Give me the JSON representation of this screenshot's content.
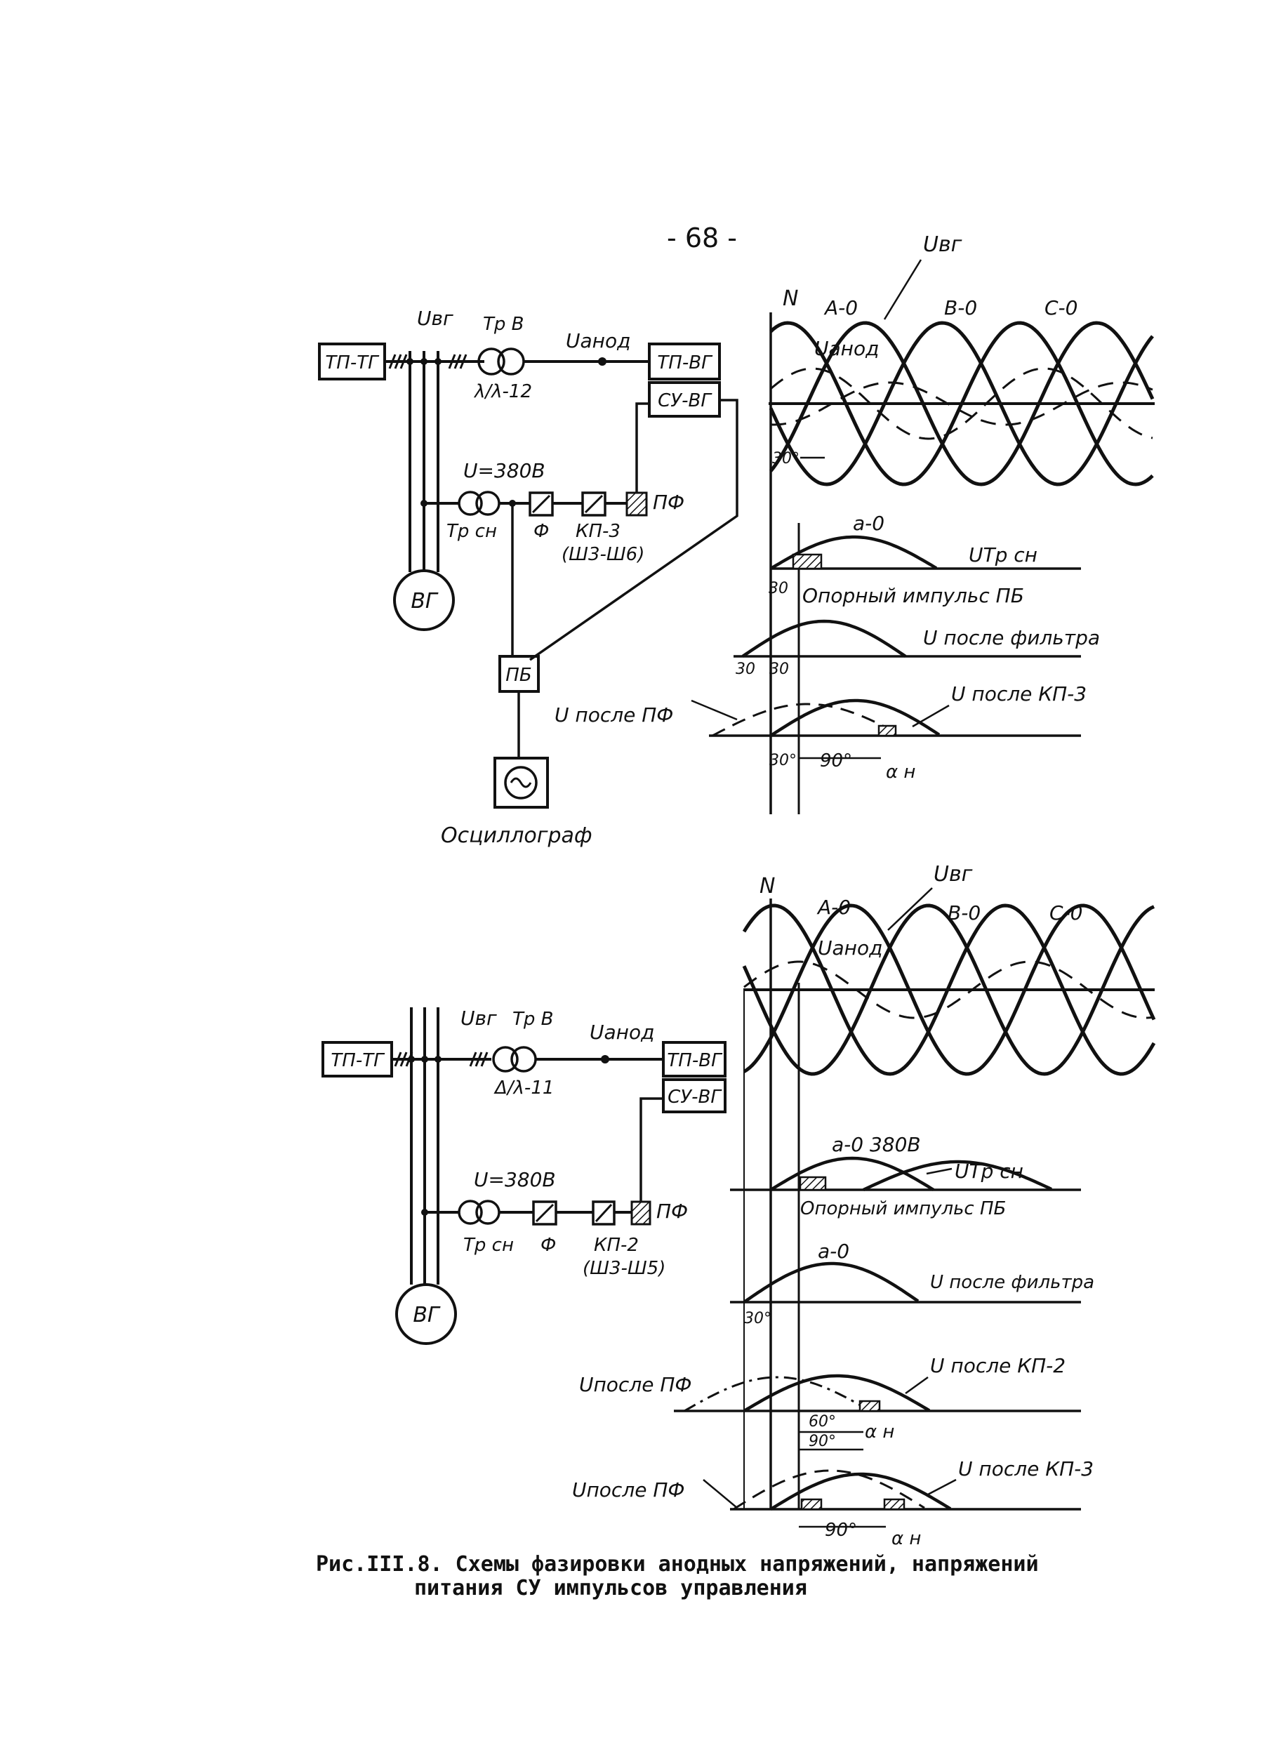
{
  "page_number": "- 68 -",
  "caption": {
    "line1": "Рис.III.8. Схемы фазировки анодных напряжений, напряжений",
    "line2": "питания СУ импульсов управления"
  },
  "top": {
    "blocks": {
      "tp_tg": "ТП-ТГ",
      "tp_vg": "ТП-ВГ",
      "su_vg": "СУ-ВГ",
      "pb": "ПБ",
      "vg": "ВГ"
    },
    "labels": {
      "u_vg": "Uвг",
      "tr_v": "Тр В",
      "tr_v_group": "λ/λ-12",
      "u_anod": "Uанод",
      "u_380": "U=380В",
      "tr_sn": "Тр сн",
      "f": "Ф",
      "kp3": "КП-3",
      "kp3_sub": "(Ш3-Ш6)",
      "pf": "ПФ",
      "oscillograph": "Осциллограф"
    },
    "waveforms": {
      "N": "N",
      "phase_a": "А-0",
      "phase_b": "В-0",
      "phase_c": "С-0",
      "u_vg": "Uвг",
      "u_anod": "Uанод",
      "deg30": "30°",
      "a0": "а-0",
      "u_tr_sn": "UТр сн",
      "ref_pulse": "Опорный импульс ПБ",
      "deg30_b": "30",
      "u_after_filter": "U после фильтра",
      "deg30_c1": "30",
      "deg30_c2": "30",
      "u_after_pf": "U после ПФ",
      "u_after_kp3": "U после КП-3",
      "deg30_d": "30°",
      "deg90": "90°",
      "alpha_n": "α н"
    }
  },
  "bottom": {
    "blocks": {
      "tp_tg": "ТП-ТГ",
      "tp_vg": "ТП-ВГ",
      "su_vg": "СУ-ВГ",
      "vg": "ВГ"
    },
    "labels": {
      "u_vg": "Uвг",
      "tr_v": "Тр В",
      "tr_v_group": "Δ/λ-11",
      "u_anod": "Uанод",
      "u_380": "U=380В",
      "tr_sn": "Тр сн",
      "f": "Ф",
      "kp2": "КП-2",
      "kp2_sub": "(Ш3-Ш5)",
      "pf": "ПФ"
    },
    "waveforms": {
      "N": "N",
      "phase_a": "А-0",
      "phase_b": "В-0",
      "phase_c": "С-0",
      "u_vg": "Uвг",
      "u_anod": "Uанод",
      "a0_380": "а-0  380В",
      "u_tr_sn": "UТр сн",
      "ref_pulse": "Опорный импульс ПБ",
      "a0": "а-0",
      "u_after_filter": "U после фильтра",
      "deg30": "30°",
      "u_after_pf_1": "Uпосле ПФ",
      "u_after_kp2": "U после КП-2",
      "deg60": "60°",
      "deg90_a": "90°",
      "alpha_n_1": "α н",
      "u_after_pf_2": "Uпосле ПФ",
      "u_after_kp3": "U после КП-3",
      "deg90_b": "90°",
      "alpha_n_2": "α н"
    }
  }
}
